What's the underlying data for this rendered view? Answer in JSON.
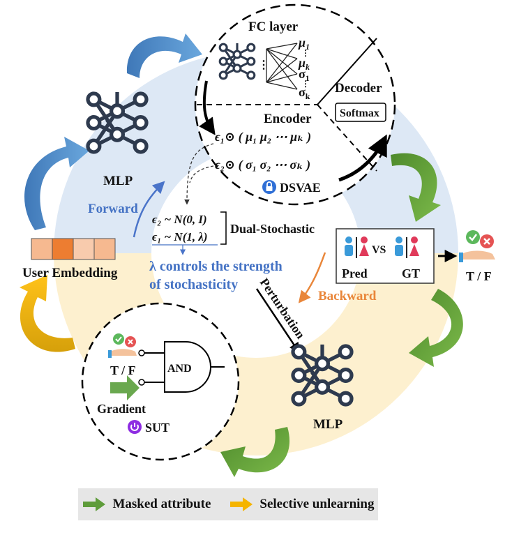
{
  "encoder_block": {
    "fc_layer": "FC layer",
    "mu_1": "μ",
    "mu_1_sub": "1",
    "mu_k": "μ",
    "mu_k_sub": "k",
    "sigma_1": "σ",
    "sigma_1_sub": "1",
    "sigma_k": "σ",
    "sigma_k_sub": "k",
    "encoder": "Encoder",
    "decoder": "Decoder",
    "softmax": "Softmax",
    "eps1_mu": "ϵ₁⊙ ( μ₁ μ₂ ⋯ μₖ )",
    "eps2_sigma": "ϵ₂⊙ ( σ₁ σ₂ ⋯ σₖ )",
    "dsvae": "DSVAE"
  },
  "stochastic": {
    "eps2_dist": "ϵ₂ ~ N(0, I)",
    "eps1_dist": "ϵ₁ ~ N(1, λ)",
    "dual_stochastic": "Dual-Stochastic",
    "lambda_line1": "λ controls the strength",
    "lambda_line2": "of stochasticity"
  },
  "labels": {
    "mlp_top": "MLP",
    "mlp_bottom": "MLP",
    "forward": "Forward",
    "backward": "Backward",
    "perturbation": "Perturbation",
    "user_embedding": "User Embedding",
    "pred": "Pred",
    "vs": "VS",
    "gt": "GT",
    "tf_right": "T / F"
  },
  "sut_block": {
    "tf": "T / F",
    "and": "AND",
    "gradient": "Gradient",
    "sut": "SUT"
  },
  "legend": {
    "masked_attribute": "Masked attribute",
    "selective_unlearning": "Selective unlearning"
  },
  "colors": {
    "ring_blue": "#dde8f5",
    "ring_yellow": "#fdf0cf",
    "arrow_blue": "#4a8ac9",
    "arrow_green": "#5e9c3a",
    "arrow_yellow": "#e8b00c",
    "accent_blue": "#4472c4",
    "accent_orange": "#e9863a",
    "embedding_orange": "#ed7d31",
    "embedding_light": "#f6c6a6"
  }
}
